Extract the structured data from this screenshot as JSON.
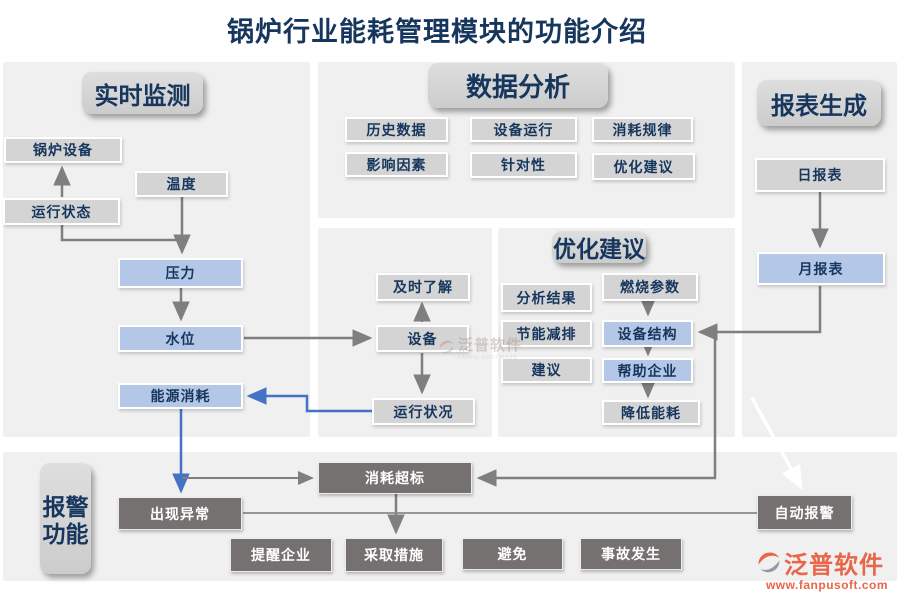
{
  "title": "锅炉行业能耗管理模块的功能介绍",
  "panels": {
    "realtime": {
      "header": "实时监测",
      "nodes": {
        "boiler": "锅炉设备",
        "temp": "温度",
        "status": "运行状态",
        "pressure": "压力",
        "water": "水位",
        "energy": "能源消耗"
      }
    },
    "analysis": {
      "header": "数据分析",
      "nodes": {
        "history": "历史数据",
        "operation": "设备运行",
        "pattern": "消耗规律",
        "factors": "影响因素",
        "targeted": "针对性",
        "suggest": "优化建议"
      }
    },
    "middle": {
      "nodes": {
        "know": "及时了解",
        "device": "设备",
        "running": "运行状况"
      }
    },
    "optimize": {
      "header": "优化建议",
      "nodes": {
        "result": "分析结果",
        "saving": "节能减排",
        "advice": "建议",
        "burn": "燃烧参数",
        "structure": "设备结构",
        "help": "帮助企业",
        "reduce": "降低能耗"
      }
    },
    "report": {
      "header": "报表生成",
      "nodes": {
        "daily": "日报表",
        "monthly": "月报表"
      }
    },
    "alarm": {
      "header": "报警功能",
      "nodes": {
        "abnormal": "出现异常",
        "over": "消耗超标",
        "remind": "提醒企业",
        "measures": "采取措施",
        "avoid": "避免",
        "accident": "事故发生",
        "auto": "自动报警"
      }
    }
  },
  "watermark": {
    "brand": "泛普软件",
    "sub": "FANPU SOFTWARE"
  },
  "logo": {
    "brand": "泛普软件",
    "url": "www.fanpusoft.com"
  },
  "colors": {
    "navy": "#17365d",
    "panel_gray": "#f0f0f0",
    "gray_box": "#d4d4d4",
    "blue_box": "#b4c7e7",
    "dark_box": "#767171",
    "arrow_gray": "#7f7f7f",
    "arrow_blue": "#4472c4",
    "logo_orange": "#e8664a"
  }
}
